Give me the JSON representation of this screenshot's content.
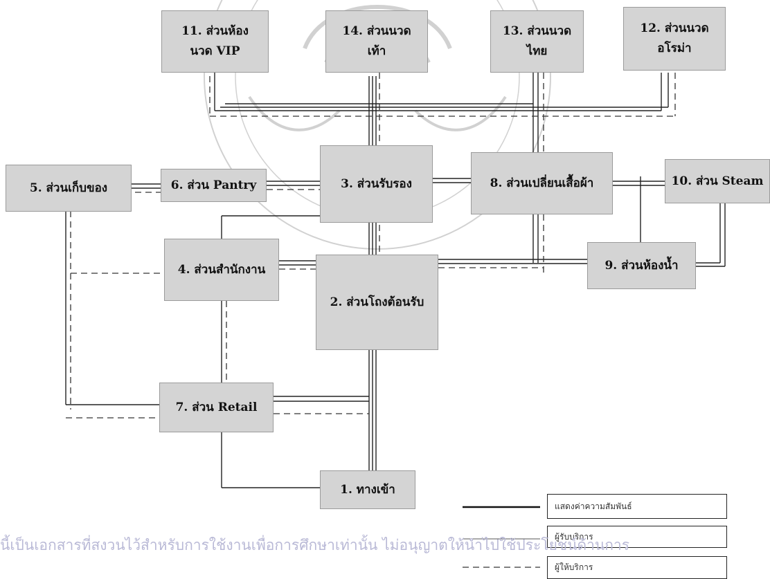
{
  "zones": {
    "z1": "1. ทางเข้า",
    "z2": "2. ส่วนโถงต้อนรับ",
    "z3": "3. ส่วนรับรอง",
    "z4": "4. ส่วนสำนักงาน",
    "z5": "5. ส่วนเก็บของ",
    "z6": "6. ส่วน Pantry",
    "z7": "7. ส่วน Retail",
    "z8": "8. ส่วนเปลี่ยนเสื้อผ้า",
    "z9": "9. ส่วนห้องน้ำ",
    "z10": "10. ส่วน Steam",
    "z11": "11. ส่วนห้อง\nนวด VIP",
    "z12": "12. ส่วนนวด\nอโรม่า",
    "z13": "13. ส่วนนวด\nไทย",
    "z14": "14. ส่วนนวด\nเท้า"
  },
  "legend": {
    "relationship": "แสดงค่าความสัมพันธ์",
    "customer": "ผู้รับบริการ",
    "staff": "ผู้ให้บริการ"
  },
  "footer": "นี้เป็นเอกสารที่สงวนไว้สำหรับการใช้งานเพื่อการศึกษาเท่านั้น ไม่อนุญาตให้นำไปใช้ประโยชน์ด้านการ"
}
